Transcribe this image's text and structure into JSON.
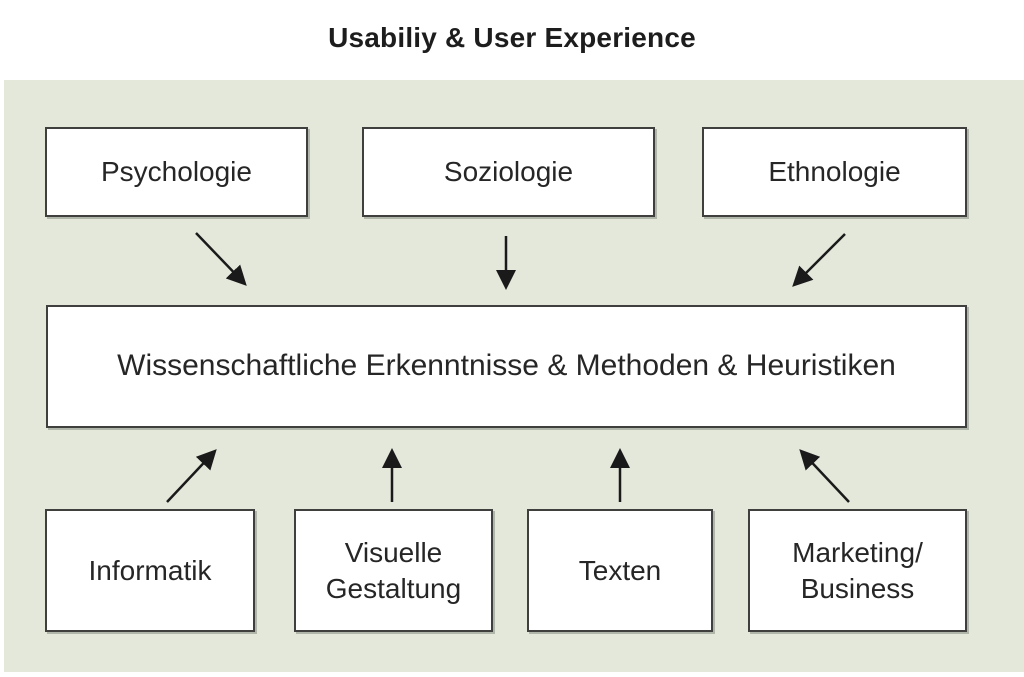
{
  "page": {
    "title": "Usabiliy & User Experience"
  },
  "colors": {
    "page_background": "#ffffff",
    "panel_background": "#e4e8db",
    "box_background": "#ffffff",
    "box_border": "#3f3f3e",
    "arrow": "#1a1a1a",
    "text": "#262626",
    "title_text": "#1d1d1d"
  },
  "diagram": {
    "core": {
      "id": "core",
      "label": "Wissenschaftliche Erkenntnisse & Methoden & Heuristiken"
    },
    "top_nodes": [
      {
        "id": "psychologie",
        "label": "Psychologie"
      },
      {
        "id": "soziologie",
        "label": "Soziologie"
      },
      {
        "id": "ethnologie",
        "label": "Ethnologie"
      }
    ],
    "bottom_nodes": [
      {
        "id": "informatik",
        "label": "Informatik"
      },
      {
        "id": "visuelle-gestaltung",
        "label": "Visuelle\nGestaltung"
      },
      {
        "id": "texten",
        "label": "Texten"
      },
      {
        "id": "marketing-business",
        "label": "Marketing/\nBusiness"
      }
    ],
    "edges": [
      {
        "from": "psychologie",
        "to": "core",
        "direction": "down"
      },
      {
        "from": "soziologie",
        "to": "core",
        "direction": "down"
      },
      {
        "from": "ethnologie",
        "to": "core",
        "direction": "down"
      },
      {
        "from": "informatik",
        "to": "core",
        "direction": "up"
      },
      {
        "from": "visuelle-gestaltung",
        "to": "core",
        "direction": "up"
      },
      {
        "from": "texten",
        "to": "core",
        "direction": "up"
      },
      {
        "from": "marketing-business",
        "to": "core",
        "direction": "up"
      }
    ]
  }
}
